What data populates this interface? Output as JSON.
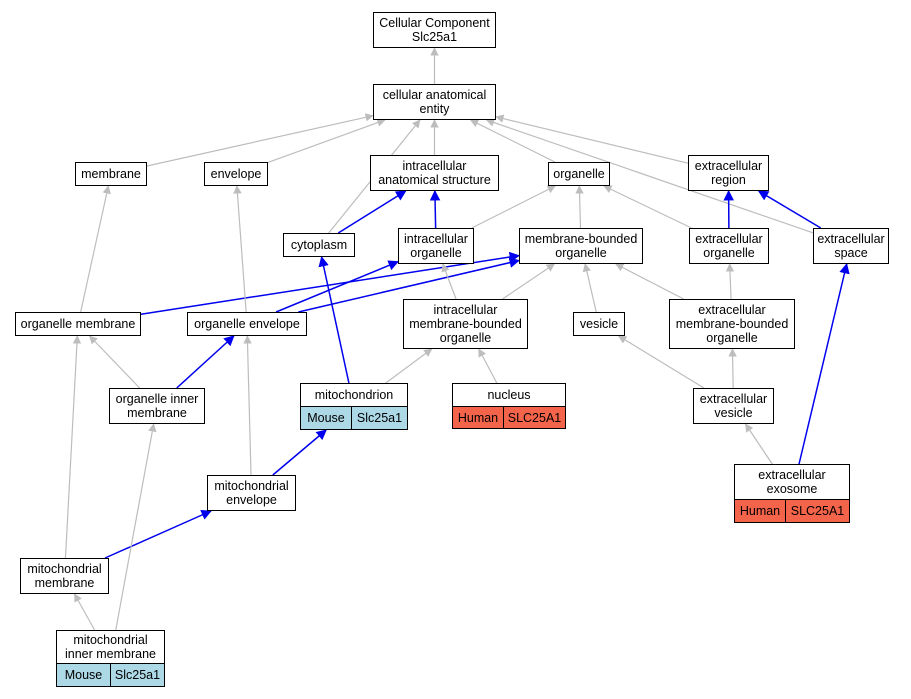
{
  "colors": {
    "gray_edge": "#bdbdbd",
    "blue_edge": "#0000ee",
    "mouse": "#add8e6",
    "human": "#f4644a"
  },
  "nodes": {
    "root": "Cellular Component\nSlc25a1",
    "cae": "cellular anatomical\nentity",
    "membrane": "membrane",
    "envelope": "envelope",
    "ias": "intracellular\nanatomical structure",
    "organelle": "organelle",
    "ecregion": "extracellular\nregion",
    "cytoplasm": "cytoplasm",
    "icorg": "intracellular\norganelle",
    "mborg": "membrane-bounded\norganelle",
    "ecorg": "extracellular\norganelle",
    "ecspace": "extracellular\nspace",
    "orgmem": "organelle membrane",
    "orgenv": "organelle envelope",
    "icmborg": "intracellular\nmembrane-bounded\norganelle",
    "vesicle": "vesicle",
    "ecmborg": "extracellular\nmembrane-bounded\norganelle",
    "orginner": "organelle inner\nmembrane",
    "mito": "mitochondrion",
    "nucleus": "nucleus",
    "ecvesicle": "extracellular\nvesicle",
    "mitoenv": "mitochondrial\nenvelope",
    "exosome": "extracellular\nexosome",
    "mitomem": "mitochondrial\nmembrane",
    "mitoinner": "mitochondrial\ninner membrane"
  },
  "tags": {
    "mito": {
      "species": "Mouse",
      "gene": "Slc25a1",
      "color_key": "mouse"
    },
    "nucleus": {
      "species": "Human",
      "gene": "SLC25A1",
      "color_key": "human"
    },
    "exosome": {
      "species": "Human",
      "gene": "SLC25A1",
      "color_key": "human"
    },
    "mitoinner": {
      "species": "Mouse",
      "gene": "Slc25a1",
      "color_key": "mouse"
    }
  },
  "edges": [
    {
      "from": "cae",
      "to": "root",
      "kind": "gray"
    },
    {
      "from": "membrane",
      "to": "cae",
      "kind": "gray"
    },
    {
      "from": "envelope",
      "to": "cae",
      "kind": "gray"
    },
    {
      "from": "ias",
      "to": "cae",
      "kind": "gray"
    },
    {
      "from": "organelle",
      "to": "cae",
      "kind": "gray"
    },
    {
      "from": "ecregion",
      "to": "cae",
      "kind": "gray"
    },
    {
      "from": "cytoplasm",
      "to": "cae",
      "kind": "gray"
    },
    {
      "from": "ecspace",
      "to": "cae",
      "kind": "gray"
    },
    {
      "from": "cytoplasm",
      "to": "ias",
      "kind": "blue"
    },
    {
      "from": "icorg",
      "to": "ias",
      "kind": "blue"
    },
    {
      "from": "icorg",
      "to": "organelle",
      "kind": "gray"
    },
    {
      "from": "mborg",
      "to": "organelle",
      "kind": "gray"
    },
    {
      "from": "ecorg",
      "to": "organelle",
      "kind": "gray"
    },
    {
      "from": "ecorg",
      "to": "ecregion",
      "kind": "blue"
    },
    {
      "from": "ecspace",
      "to": "ecregion",
      "kind": "blue"
    },
    {
      "from": "orgmem",
      "to": "membrane",
      "kind": "gray"
    },
    {
      "from": "orgmem",
      "to": "mborg",
      "kind": "blue"
    },
    {
      "from": "orgenv",
      "to": "envelope",
      "kind": "gray"
    },
    {
      "from": "orgenv",
      "to": "icorg",
      "kind": "blue"
    },
    {
      "from": "orgenv",
      "to": "mborg",
      "kind": "blue"
    },
    {
      "from": "icmborg",
      "to": "icorg",
      "kind": "gray"
    },
    {
      "from": "icmborg",
      "to": "mborg",
      "kind": "gray"
    },
    {
      "from": "vesicle",
      "to": "mborg",
      "kind": "gray"
    },
    {
      "from": "ecmborg",
      "to": "mborg",
      "kind": "gray"
    },
    {
      "from": "ecmborg",
      "to": "ecorg",
      "kind": "gray"
    },
    {
      "from": "orginner",
      "to": "orgmem",
      "kind": "gray"
    },
    {
      "from": "orginner",
      "to": "orgenv",
      "kind": "blue"
    },
    {
      "from": "mito",
      "to": "cytoplasm",
      "kind": "blue"
    },
    {
      "from": "mito",
      "to": "icmborg",
      "kind": "gray"
    },
    {
      "from": "nucleus",
      "to": "icmborg",
      "kind": "gray"
    },
    {
      "from": "ecvesicle",
      "to": "vesicle",
      "kind": "gray"
    },
    {
      "from": "ecvesicle",
      "to": "ecmborg",
      "kind": "gray"
    },
    {
      "from": "mitoenv",
      "to": "orgenv",
      "kind": "gray"
    },
    {
      "from": "mitoenv",
      "to": "mito",
      "kind": "blue"
    },
    {
      "from": "exosome",
      "to": "ecvesicle",
      "kind": "gray"
    },
    {
      "from": "exosome",
      "to": "ecspace",
      "kind": "blue"
    },
    {
      "from": "mitomem",
      "to": "orgmem",
      "kind": "gray"
    },
    {
      "from": "mitomem",
      "to": "mitoenv",
      "kind": "blue"
    },
    {
      "from": "mitoinner",
      "to": "mitomem",
      "kind": "gray"
    },
    {
      "from": "mitoinner",
      "to": "orginner",
      "kind": "gray"
    }
  ]
}
